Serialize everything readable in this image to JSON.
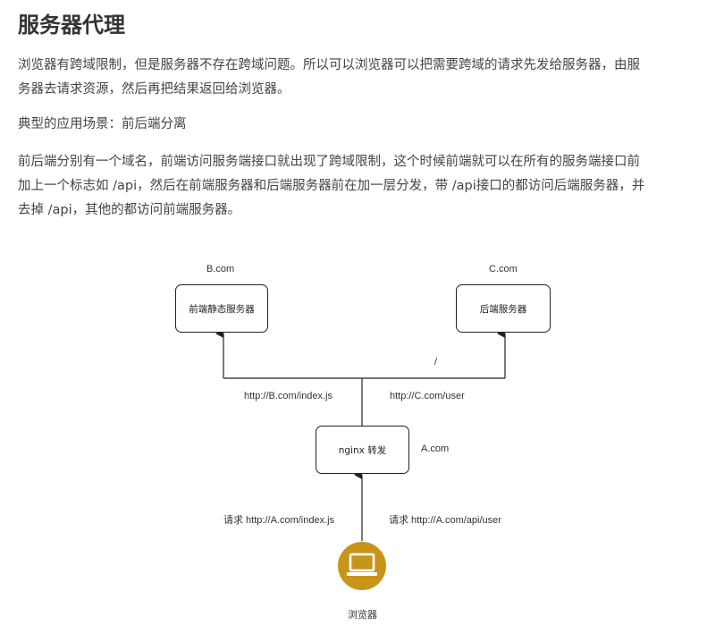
{
  "article": {
    "title": "服务器代理",
    "paragraph1_line1": "浏览器有跨域限制，但是服务器不存在跨域问题。所以可以浏览器可以把需要跨域的请求先发给服务器，由服",
    "paragraph1_line2": "务器去请求资源，然后再把结果返回给浏览器。",
    "paragraph2": "典型的应用场景：前后端分离",
    "paragraph3_line1": "前后端分别有一个域名，前端访问服务端接口就出现了跨域限制，这个时候前端就可以在所有的服务端接口前",
    "paragraph3_line2": "加上一个标志如 /api，然后在前端服务器和后端服务器前在加一层分发，带 /api接口的都访问后端服务器，并",
    "paragraph3_line3": "去掉 /api，其他的都访问前端服务器。"
  },
  "diagram": {
    "frontend_domain": "B.com",
    "backend_domain": "C.com",
    "frontend_server": "前端静态服务器",
    "backend_server": "后端服务器",
    "slash_mark": "/",
    "route_frontend": "http://B.com/index.js",
    "route_backend": "http://C.com/user",
    "proxy": "nginx 转发",
    "proxy_domain": "A.com",
    "request_left": "请求 http://A.com/index.js",
    "request_right": "请求  http://A.com/api/user",
    "browser_label": "浏览器",
    "line_color": "#222222",
    "browser_icon_color": "#c8951b",
    "browser_icon": "laptop-icon"
  }
}
